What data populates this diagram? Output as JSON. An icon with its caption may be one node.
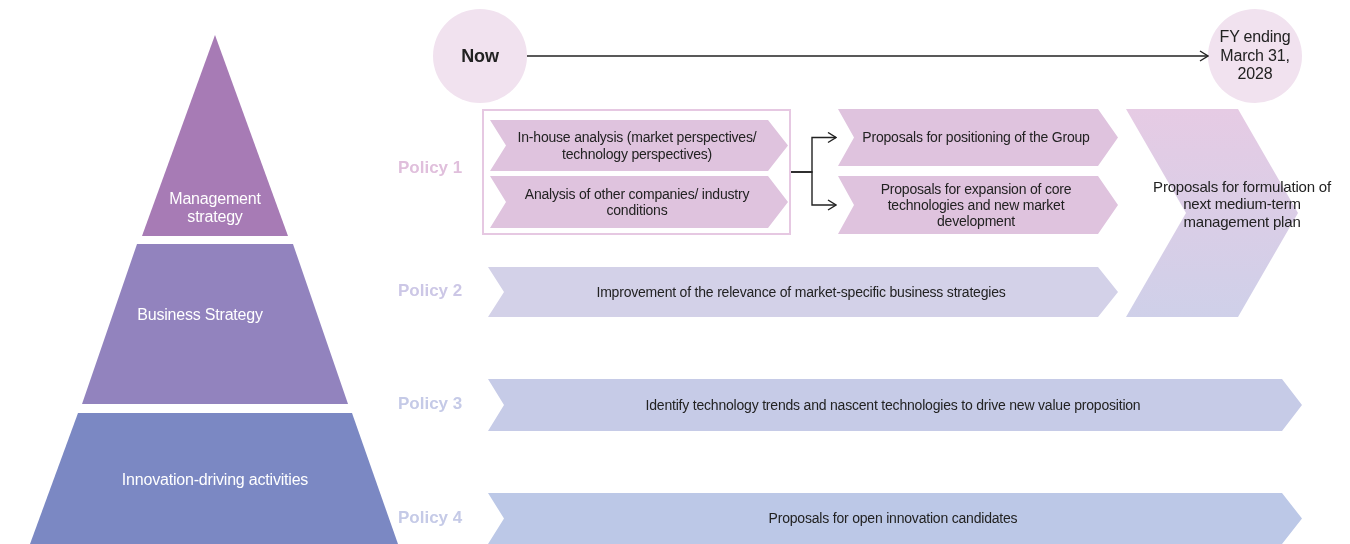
{
  "diagram": {
    "nodes": [
      {
        "text": [
          "Management strategy"
        ]
      },
      {
        "text": [
          "Business Strategy"
        ]
      },
      {
        "text": [
          "Innovation-driving activities"
        ]
      },
      {
        "text": [
          "Now"
        ]
      },
      {
        "text": [
          "FY ending March 31, 2028"
        ]
      },
      {
        "text": [],
        "shape": "box"
      },
      {
        "text": [
          "In-house analysis (market perspectives/ technology perspectives)"
        ],
        "in": 5
      },
      {
        "text": [
          "Analysis of other companies/ industry conditions"
        ],
        "in": 5
      },
      {
        "text": [
          "Proposals for positioning of the Group"
        ]
      },
      {
        "text": [
          "Proposals for expansion of core technologies and new market development"
        ]
      },
      {
        "text": [
          "Proposals for formulation of next medium-term management plan"
        ]
      },
      {
        "text": [
          "Improvement of the relevance of market-specific business strategies"
        ]
      },
      {
        "text": [
          "Identify technology trends and nascent technologies to drive new value proposition"
        ]
      },
      {
        "text": [
          "Proposals for open innovation candidates"
        ]
      }
    ],
    "labels": [
      "Policy 1",
      "Policy 2",
      "Policy 3",
      "Policy 4"
    ],
    "edges": [
      {
        "from": 3,
        "to": 4,
        "arrow": "to"
      },
      {
        "from": 5,
        "to": 8,
        "arrow": "to"
      },
      {
        "from": 5,
        "to": 9,
        "arrow": "to"
      }
    ]
  }
}
